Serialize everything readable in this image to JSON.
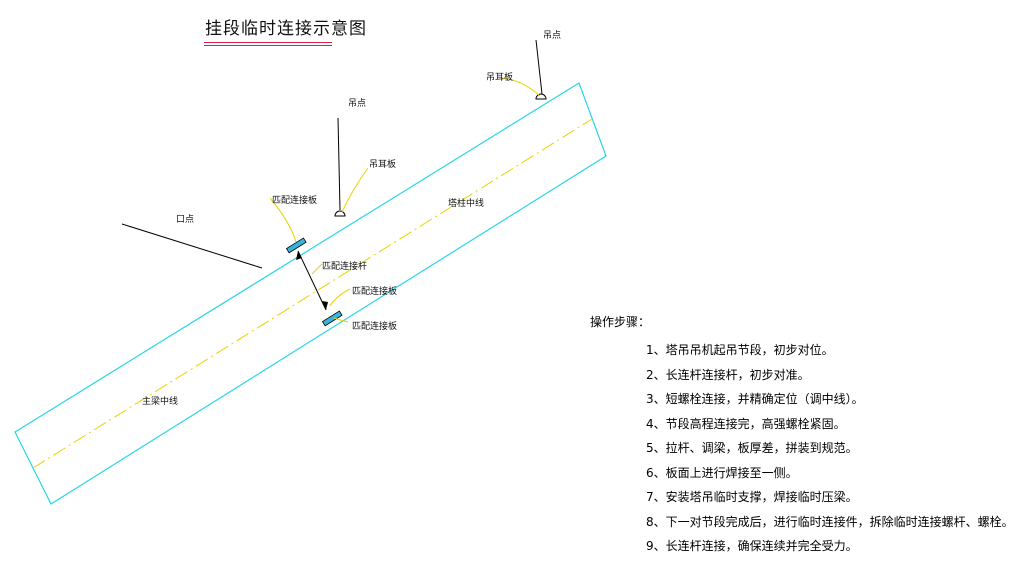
{
  "title": "挂段临时连接示意图",
  "labels": {
    "top_right": "吊点",
    "top_right_leader": "吊耳板",
    "mid_top": "吊点",
    "mid_top_leader": "吊耳板",
    "left": "口点",
    "connect_plate_top": "匹配连接板",
    "temp_connect_rod": "匹配连接杆",
    "connect_plate_bottom": "匹配连接板",
    "bottom_plate": "匹配连接板",
    "tower_center": "塔柱中线",
    "beam_center": "主梁中线"
  },
  "steps_title": "操作步骤：",
  "steps": [
    "1、塔吊吊机起吊节段，初步对位。",
    "2、长连杆连接杆，初步对准。",
    "3、短螺栓连接，并精确定位（调中线）。",
    "4、节段高程连接完，高强螺栓紧固。",
    "5、拉杆、调梁，板厚差，拼装到规范。",
    "6、板面上进行焊接至一侧。",
    "7、安装塔吊临时支撑，焊接临时压梁。",
    "8、下一对节段完成后，进行临时连接件，拆除临时连接螺杆、螺栓。",
    "9、长连杆连接，确保连续并完全受力。"
  ],
  "colors": {
    "outline": "#27d6e6",
    "centerline": "#e8d400",
    "leader": "#e8d400",
    "black": "#000000",
    "plate_fill": "#39b4d9",
    "title_underline": "#e0204a"
  }
}
